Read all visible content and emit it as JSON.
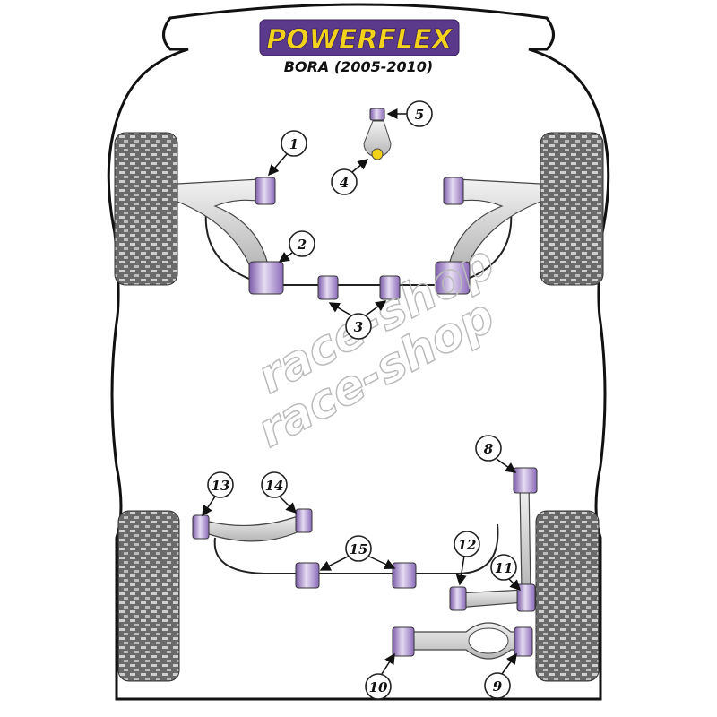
{
  "brand": {
    "logo": "POWERFLEX",
    "model": "BORA (2005-2010)"
  },
  "watermark": [
    "race-shop",
    "race-shop"
  ],
  "callouts": [
    "1",
    "2",
    "3",
    "4",
    "5",
    "8",
    "9",
    "10",
    "11",
    "12",
    "13",
    "14",
    "15"
  ],
  "colors": {
    "bushing": "#9b7fc4",
    "logo_bg": "#5b3a8c",
    "logo_text": "#f2d21b",
    "arm": "#c8c8c8"
  }
}
